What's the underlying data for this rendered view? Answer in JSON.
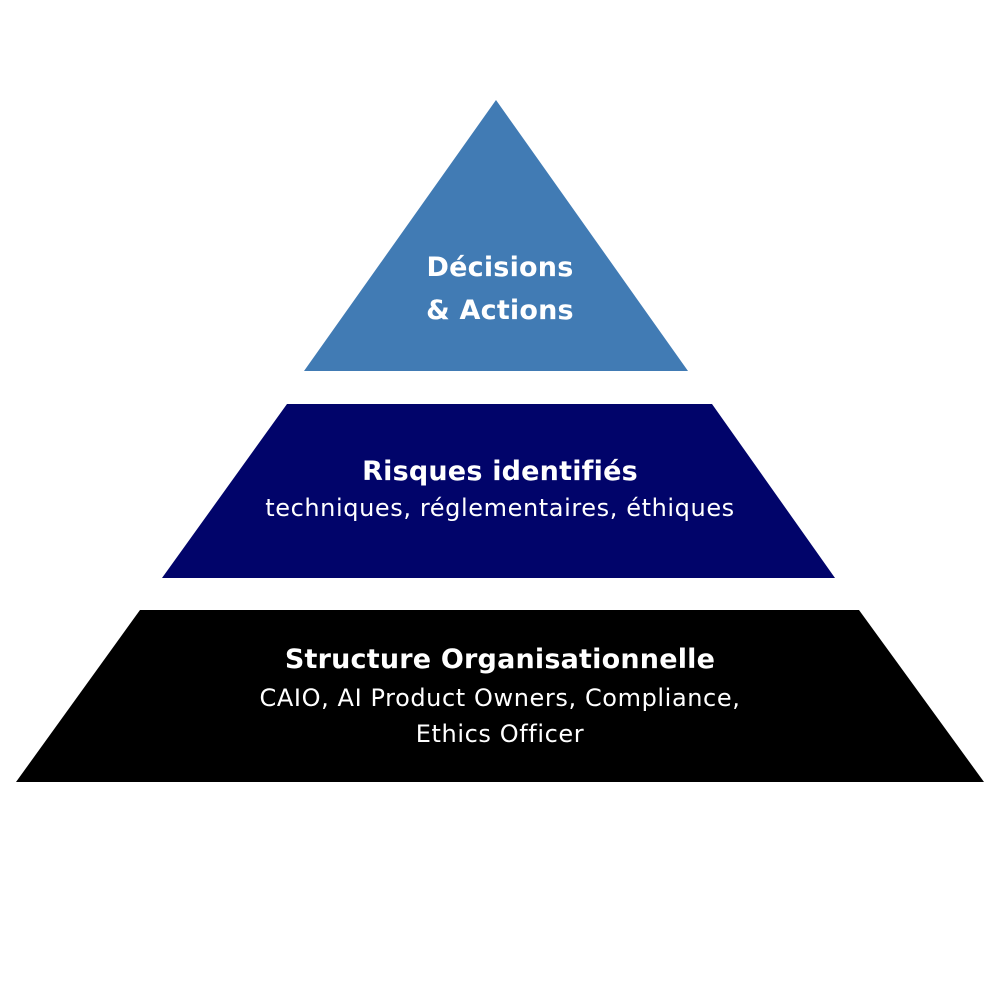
{
  "pyramid": {
    "top": {
      "title_line1": "Décisions",
      "title_line2": "& Actions",
      "color": "#417BB4"
    },
    "middle": {
      "title": "Risques identifiés",
      "subtitle": "techniques, réglementaires, éthiques",
      "color": "#01046A"
    },
    "bottom": {
      "title": "Structure Organisationnelle",
      "subtitle_line1": "CAIO, AI Product Owners, Compliance,",
      "subtitle_line2": "Ethics Officer",
      "color": "#000000"
    }
  }
}
